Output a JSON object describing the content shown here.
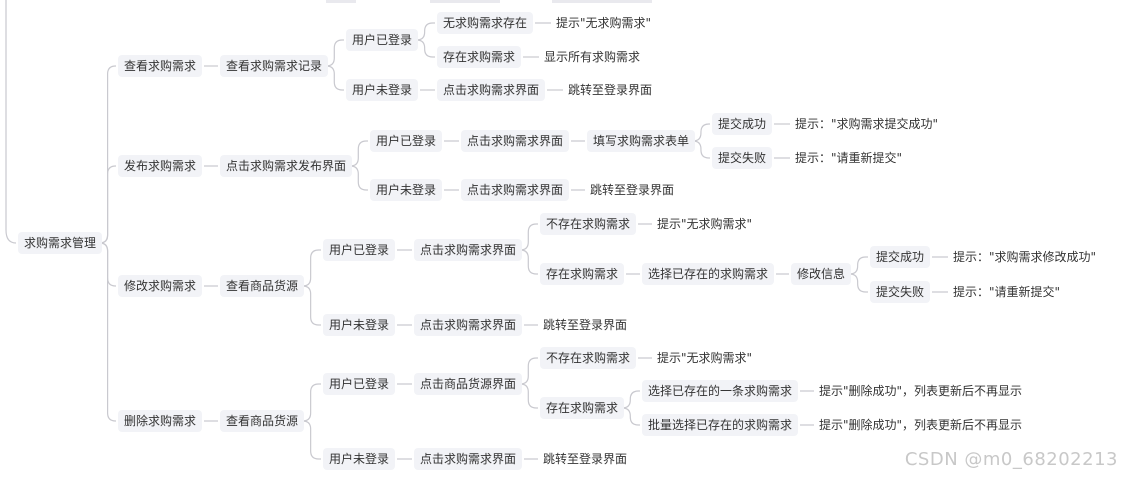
{
  "diagram": {
    "type": "mindmap",
    "root": "求购需求管理",
    "nodes": [
      {
        "id": "root",
        "label": "求购需求管理"
      },
      {
        "id": "a",
        "label": "查看求购需求",
        "parent": "root"
      },
      {
        "id": "a1",
        "label": "查看求购需求记录",
        "parent": "a"
      },
      {
        "id": "a1a",
        "label": "用户已登录",
        "parent": "a1"
      },
      {
        "id": "a1a1",
        "label": "无求购需求存在",
        "parent": "a1a"
      },
      {
        "id": "a1a1x",
        "label": "提示\"无求购需求\"",
        "parent": "a1a1"
      },
      {
        "id": "a1a2",
        "label": "存在求购需求",
        "parent": "a1a"
      },
      {
        "id": "a1a2x",
        "label": "显示所有求购需求",
        "parent": "a1a2"
      },
      {
        "id": "a1b",
        "label": "用户未登录",
        "parent": "a1"
      },
      {
        "id": "a1b1",
        "label": "点击求购需求界面",
        "parent": "a1b"
      },
      {
        "id": "a1b2",
        "label": "跳转至登录界面",
        "parent": "a1b1"
      },
      {
        "id": "b",
        "label": "发布求购需求",
        "parent": "root"
      },
      {
        "id": "b1",
        "label": "点击求购需求发布界面",
        "parent": "b"
      },
      {
        "id": "b1a",
        "label": "用户已登录",
        "parent": "b1"
      },
      {
        "id": "b1a1",
        "label": "点击求购需求界面",
        "parent": "b1a"
      },
      {
        "id": "b1a2",
        "label": "填写求购需求表单",
        "parent": "b1a1"
      },
      {
        "id": "b1a3",
        "label": "提交成功",
        "parent": "b1a2"
      },
      {
        "id": "b1a3x",
        "label": "提示：\"求购需求提交成功\"",
        "parent": "b1a3"
      },
      {
        "id": "b1a4",
        "label": "提交失败",
        "parent": "b1a2"
      },
      {
        "id": "b1a4x",
        "label": "提示：\"请重新提交\"",
        "parent": "b1a4"
      },
      {
        "id": "b1b",
        "label": "用户未登录",
        "parent": "b1"
      },
      {
        "id": "b1b1",
        "label": "点击求购需求界面",
        "parent": "b1b"
      },
      {
        "id": "b1b2",
        "label": "跳转至登录界面",
        "parent": "b1b1"
      },
      {
        "id": "c",
        "label": "修改求购需求",
        "parent": "root"
      },
      {
        "id": "c1",
        "label": "查看商品货源",
        "parent": "c"
      },
      {
        "id": "c1a",
        "label": "用户已登录",
        "parent": "c1"
      },
      {
        "id": "c1a1",
        "label": "点击求购需求界面",
        "parent": "c1a"
      },
      {
        "id": "c1a2",
        "label": "不存在求购需求",
        "parent": "c1a1"
      },
      {
        "id": "c1a2x",
        "label": "提示\"无求购需求\"",
        "parent": "c1a2"
      },
      {
        "id": "c1a3",
        "label": "存在求购需求",
        "parent": "c1a1"
      },
      {
        "id": "c1a4",
        "label": "选择已存在的求购需求",
        "parent": "c1a3"
      },
      {
        "id": "c1a5",
        "label": "修改信息",
        "parent": "c1a4"
      },
      {
        "id": "c1a6",
        "label": "提交成功",
        "parent": "c1a5"
      },
      {
        "id": "c1a6x",
        "label": "提示：\"求购需求修改成功\"",
        "parent": "c1a6"
      },
      {
        "id": "c1a7",
        "label": "提交失败",
        "parent": "c1a5"
      },
      {
        "id": "c1a7x",
        "label": "提示：\"请重新提交\"",
        "parent": "c1a7"
      },
      {
        "id": "c1b",
        "label": "用户未登录",
        "parent": "c1"
      },
      {
        "id": "c1b1",
        "label": "点击求购需求界面",
        "parent": "c1b"
      },
      {
        "id": "c1b2",
        "label": "跳转至登录界面",
        "parent": "c1b1"
      },
      {
        "id": "d",
        "label": "删除求购需求",
        "parent": "root"
      },
      {
        "id": "d1",
        "label": "查看商品货源",
        "parent": "d"
      },
      {
        "id": "d1a",
        "label": "用户已登录",
        "parent": "d1"
      },
      {
        "id": "d1a1",
        "label": "点击商品货源界面",
        "parent": "d1a"
      },
      {
        "id": "d1a2",
        "label": "不存在求购需求",
        "parent": "d1a1"
      },
      {
        "id": "d1a2x",
        "label": "提示\"无求购需求\"",
        "parent": "d1a2"
      },
      {
        "id": "d1a3",
        "label": "存在求购需求",
        "parent": "d1a1"
      },
      {
        "id": "d1a4",
        "label": "选择已存在的一条求购需求",
        "parent": "d1a3"
      },
      {
        "id": "d1a4x",
        "label": "提示\"删除成功\"，列表更新后不再显示",
        "parent": "d1a4"
      },
      {
        "id": "d1a5",
        "label": "批量选择已存在的求购需求",
        "parent": "d1a3"
      },
      {
        "id": "d1a5x",
        "label": "提示\"删除成功\"，列表更新后不再显示",
        "parent": "d1a5"
      },
      {
        "id": "d1b",
        "label": "用户未登录",
        "parent": "d1"
      },
      {
        "id": "d1b1",
        "label": "点击求购需求界面",
        "parent": "d1b"
      },
      {
        "id": "d1b2",
        "label": "跳转至登录界面",
        "parent": "d1b1"
      }
    ]
  },
  "watermark": "CSDN @m0_68202213"
}
